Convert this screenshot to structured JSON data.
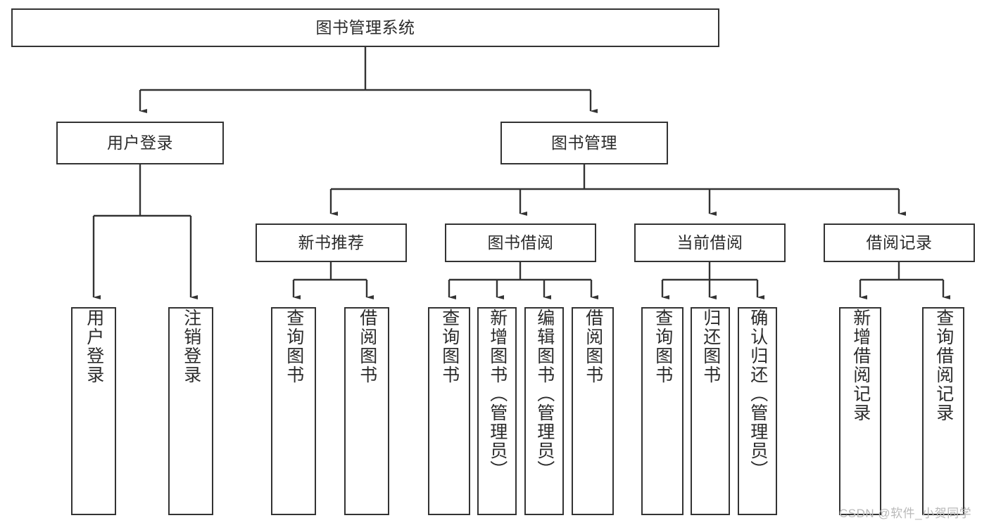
{
  "diagram": {
    "title": "图书管理系统",
    "type": "tree-hierarchy",
    "orientation": "top-down",
    "box_fill": "#ffffff",
    "box_stroke": "#333333",
    "connector_color": "#333333",
    "text_color": "#2b2b2b"
  },
  "nodes": {
    "root": {
      "label": "图书管理系统",
      "level": 1
    },
    "l2": [
      {
        "label": "用户登录",
        "level": 2
      },
      {
        "label": "图书管理",
        "level": 2
      }
    ],
    "l3": [
      {
        "label": "新书推荐",
        "level": 3
      },
      {
        "label": "图书借阅",
        "level": 3
      },
      {
        "label": "当前借阅",
        "level": 3
      },
      {
        "label": "借阅记录",
        "level": 3
      }
    ],
    "leaves": {
      "user_login": [
        {
          "label": "用户登录"
        },
        {
          "label": "注销登录"
        }
      ],
      "new_book": [
        {
          "label": "查询图书"
        },
        {
          "label": "借阅图书"
        }
      ],
      "book_borrow": [
        {
          "label": "查询图书"
        },
        {
          "label": "新增图书（管理员）"
        },
        {
          "label": "编辑图书（管理员）"
        },
        {
          "label": "借阅图书"
        }
      ],
      "current_borrow": [
        {
          "label": "查询图书"
        },
        {
          "label": "归还图书"
        },
        {
          "label": "确认归还（管理员）"
        }
      ],
      "borrow_record": [
        {
          "label": "新增借阅记录"
        },
        {
          "label": "查询借阅记录"
        }
      ]
    }
  },
  "watermark": {
    "text": "CSDN @软件_小贺同学"
  }
}
